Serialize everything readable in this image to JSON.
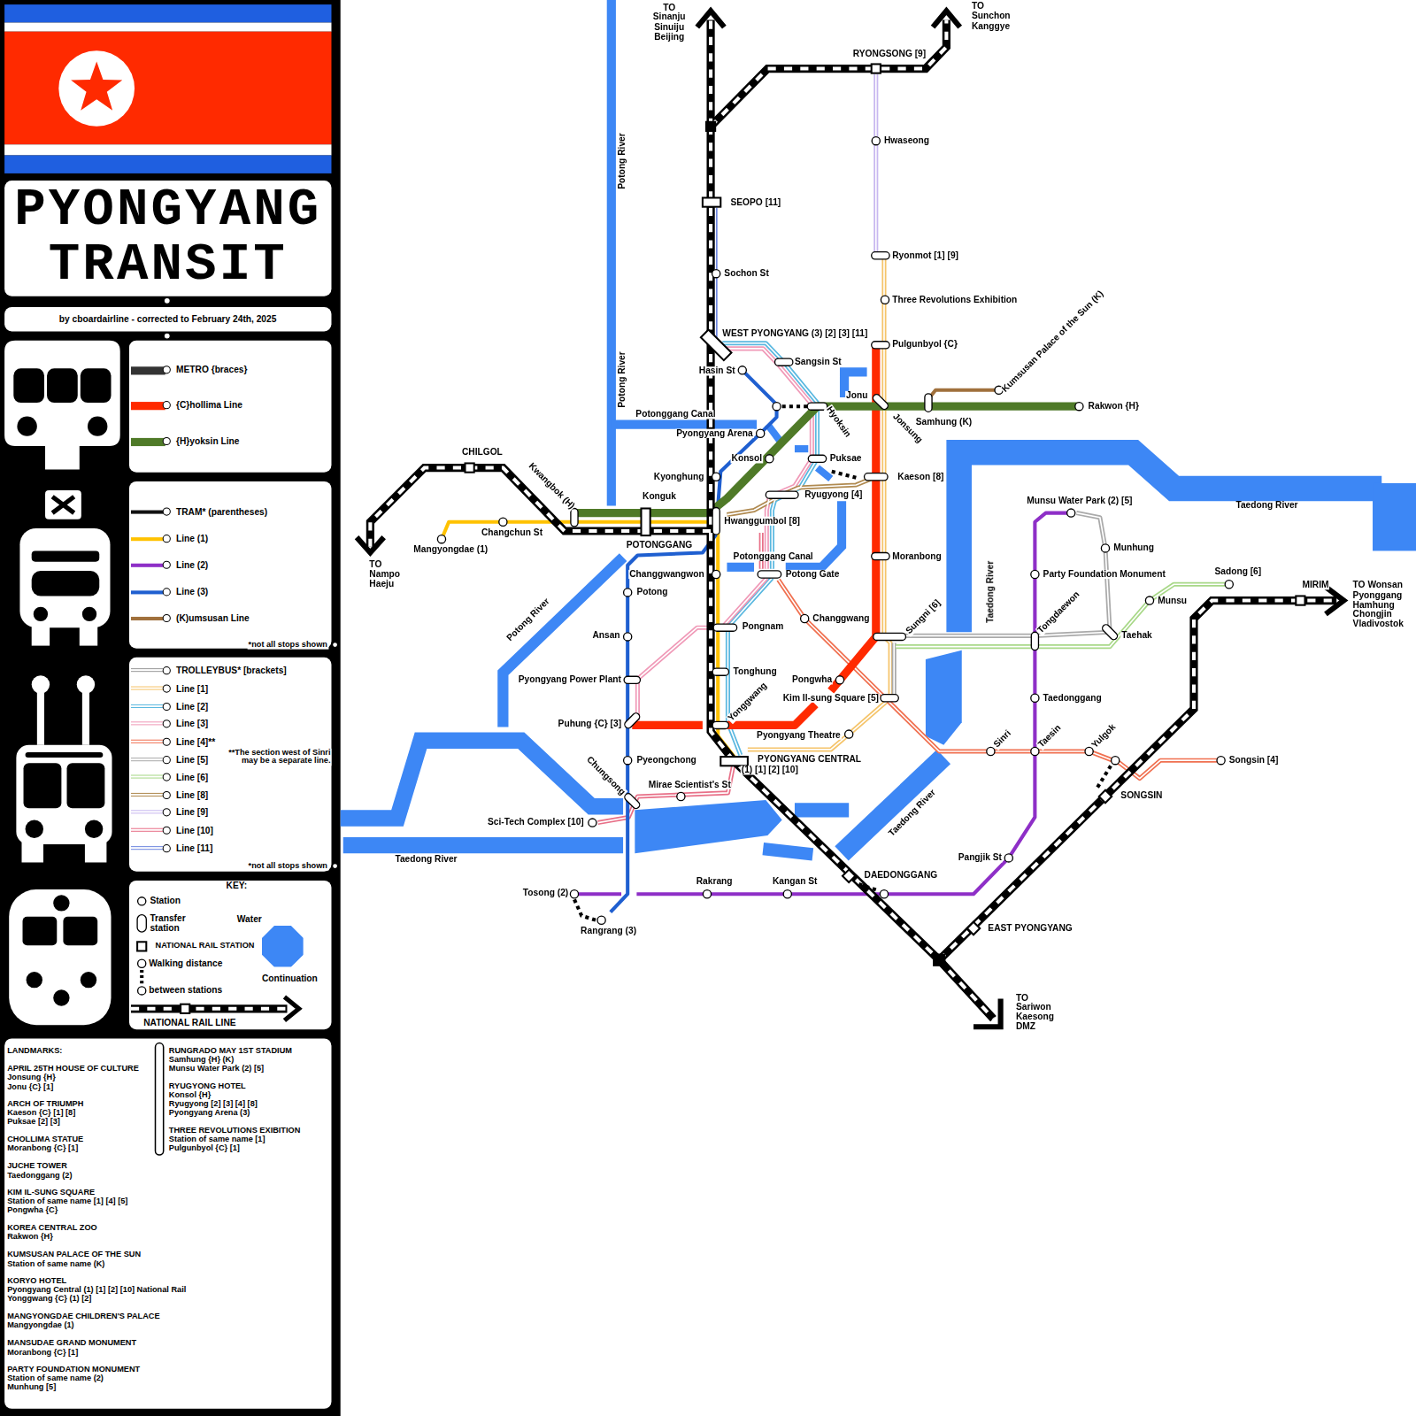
{
  "diagram": {
    "title": "PYONGYANG TRANSIT",
    "caption": "by cboardairline - corrected to February 24th, 2025",
    "labels": [
      "*not all stops shown",
      "**The section west of Sinri may be a separate line.",
      "*not all stops shown",
      "KEY:",
      "Continuation",
      "LANDMARKS:",
      "APRIL 25TH HOUSE OF CULTURE",
      "Jonsung {H}",
      "Jonu {C} [1]",
      "ARCH OF TRIUMPH",
      "Kaeson {C} [1] [8]",
      "Puksae [2] [3]",
      "CHOLLIMA STATUE",
      "Moranbong {C} [1]",
      "JUCHE TOWER",
      "Taedonggang (2)",
      "KIM IL-SUNG SQUARE",
      "Station of same name [1] [4] [5]",
      "Pongwha {C}",
      "KOREA CENTRAL ZOO",
      "Rakwon {H}",
      "KUMSUSAN PALACE OF THE SUN",
      "Station of same name (K)",
      "KORYO HOTEL",
      "Pyongyang Central (1) [1] [2] [10] National Rail",
      "Yonggwang {C} (1) [2]",
      "MANGYONGDAE CHILDREN'S PALACE",
      "Mangyongdae (1)",
      "MANSUDAE GRAND MONUMENT",
      "Moranbong {C} [1]",
      "PARTY FOUNDATION MONUMENT",
      "Station of same name (2)",
      "Munhung [5]",
      "RUNGRADO MAY 1ST STADIUM",
      "Samhung {H} (K)",
      "Munsu Water Park (2) [5]",
      "RYUGYONG HOTEL",
      "Konsol {H}",
      "Ryugyong [2] [3] [4] [8]",
      "Pyongyang Arena (3)",
      "THREE REVOLUTIONS EXIBITION",
      "Station of same name [1]",
      "Pulgunbyol {C} [1]",
      "TO Sinanju Sinuiju Beijing",
      "TO Sunchon Kanggye",
      "RYONGSONG [9]",
      "Hwaseong",
      "SEOPO [11]",
      "Ryonmot [1] [9]",
      "Sochon St",
      "Three Revolutions Exhibition",
      "WEST PYONGYANG (3) [2] [3] [11]",
      "Pulgunbyol {C}",
      "Sangsin St",
      "Hasin St",
      "Kumsusan Palace of the Sun (K)",
      "Jonu",
      "Rakwon {H}",
      "Hyoksin",
      "Potonggang Canal",
      "Samhung (K)",
      "Jonsung",
      "Pyongyang Arena",
      "Konsol",
      "Puksae",
      "Kyonghung",
      "Kaeson [8]",
      "Kwangbok (H)",
      "CHILGOL",
      "Konguk",
      "Ryugyong [4]",
      "Munsu Water Park (2) [5]",
      "Taedong River",
      "Hwanggumbol [8]",
      "Changchun St",
      "Mangyongdae (1)",
      "POTONGGANG",
      "Munhung",
      "Potonggang Canal",
      "Moranbong",
      "TO Nampo Haeju",
      "Changgwangwon",
      "Potong Gate",
      "Party Foundation Monument",
      "Sadong [6]",
      "MIRIM",
      "TO Wonsan Pyonggang Hamhung Chongjin Vladivostok",
      "Potong",
      "Taedong River",
      "Munsu",
      "Changgwang",
      "Sungni [6]",
      "Tongdaewon",
      "Pongnam",
      "Ansan",
      "Taehak",
      "Tonghung",
      "Pyongyang Power Plant",
      "Pongwha",
      "Yonggwang",
      "Kim Il-sung Square [5]",
      "Taedonggang",
      "Puhung {C} [3]",
      "Pyongyang Theatre",
      "Sinri",
      "Taesin",
      "Yulgok",
      "PYONGYANG CENTRAL",
      "(1) [1] [2] [10]",
      "Songsin [4]",
      "Pyeongchong",
      "Chungsong",
      "Mirae Scientist's St",
      "SONGSIN",
      "Taedong River",
      "Sci-Tech Complex [10]",
      "Taedong River",
      "Pangjik St",
      "DAEDONGGANG",
      "Rakrang",
      "Kangan St",
      "Tosong (2)",
      "EAST PYONGYANG",
      "Rangrang (3)",
      "TO Sariwon Kaesong DMZ",
      "Potong River",
      "Potong River",
      "Potong River"
    ],
    "legend": [
      {
        "text": "METRO {braces}",
        "color": "#333333"
      },
      {
        "text": "{C}hollima Line",
        "color": "#ff2a00"
      },
      {
        "text": "{H}yoksin Line",
        "color": "#4f7a28"
      },
      {
        "text": "TRAM* (parentheses)",
        "color": "#111111"
      },
      {
        "text": "Line (1)",
        "color": "#ffc200"
      },
      {
        "text": "Line (2)",
        "color": "#8e2fc7"
      },
      {
        "text": "Line (3)",
        "color": "#1f5fd0"
      },
      {
        "text": "(K)umsusan Line",
        "color": "#a0703c"
      },
      {
        "text": "TROLLEYBUS* [brackets]",
        "color": "#999999"
      },
      {
        "text": "Line [1]",
        "color": "#f5c46a"
      },
      {
        "text": "Line [2]",
        "color": "#5ab8e0"
      },
      {
        "text": "Line [3]",
        "color": "#f09ab8"
      },
      {
        "text": "Line [4]**",
        "color": "#f07050"
      },
      {
        "text": "Line [5]",
        "color": "#aaaaaa"
      },
      {
        "text": "Line [6]",
        "color": "#a8d888"
      },
      {
        "text": "Line [8]",
        "color": "#b08a50"
      },
      {
        "text": "Line [9]",
        "color": "#c8b8f0"
      },
      {
        "text": "Line [10]",
        "color": "#e87088"
      },
      {
        "text": "Line [11]",
        "color": "#7088e0"
      },
      {
        "text": "Station"
      },
      {
        "text": "Transfer station"
      },
      {
        "text": "Water",
        "color": "#3d87f5"
      },
      {
        "text": "NATIONAL RAIL STATION"
      },
      {
        "text": "Walking distance"
      },
      {
        "text": "between stations"
      },
      {
        "text": "NATIONAL RAIL LINE"
      }
    ]
  }
}
